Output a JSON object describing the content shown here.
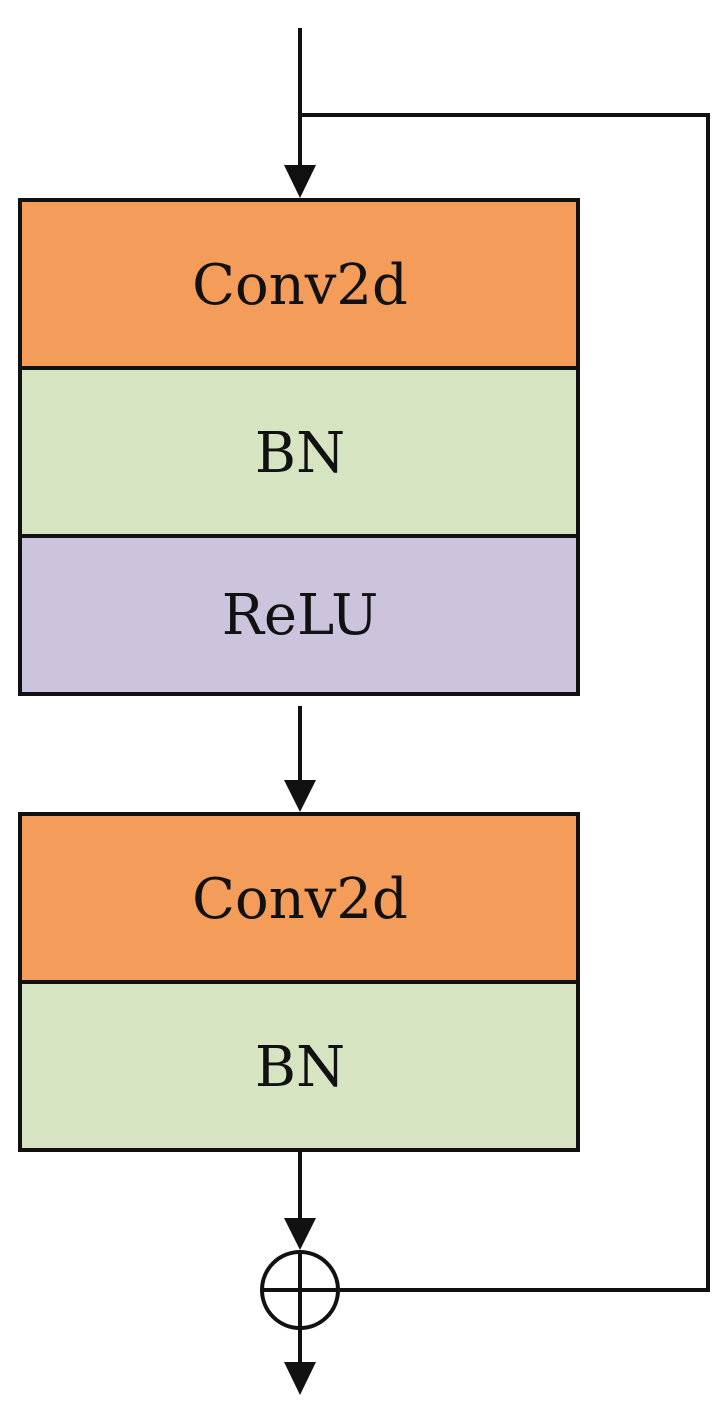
{
  "diagram": {
    "blocks": [
      {
        "label": "Conv2d",
        "color": "#F49C5A"
      },
      {
        "label": "BN",
        "color": "#D7E4C1"
      },
      {
        "label": "ReLU",
        "color": "#CCC3DC"
      },
      {
        "label": "Conv2d",
        "color": "#F49C5A"
      },
      {
        "label": "BN",
        "color": "#D7E4C1"
      }
    ],
    "sum_symbol": "circle-plus",
    "stroke_color": "#111111"
  }
}
